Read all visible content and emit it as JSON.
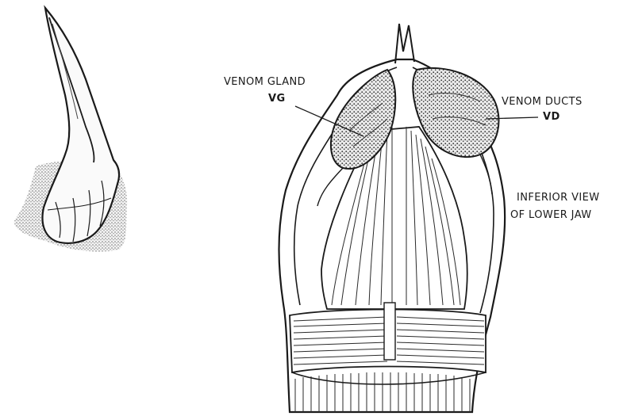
{
  "labels": {
    "venom_gland": "VENOM GLAND",
    "vg": "VG",
    "venom_ducts": "VENOM DUCTS",
    "vd": "VD",
    "view_line1": "INFERIOR VIEW",
    "view_line2": "OF LOWER JAW"
  },
  "colors": {
    "ink": "#1a1a1a",
    "paper": "#ffffff",
    "shade": "#555555"
  }
}
